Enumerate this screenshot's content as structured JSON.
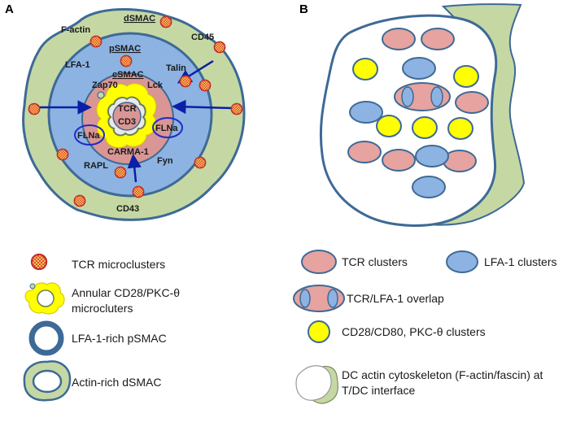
{
  "panels": {
    "a": "A",
    "b": "B"
  },
  "panel_a": {
    "zones": {
      "dsmac": "dSMAC",
      "psmac": "pSMAC",
      "csmac": "cSMAC"
    },
    "molecules": {
      "f_actin": "F-actin",
      "cd45": "CD45",
      "lfa1": "LFA-1",
      "talin": "Talin",
      "zap70": "Zap70",
      "lck": "Lck",
      "tcr": "TCR",
      "cd3": "CD3",
      "flna_left": "FLNa",
      "flna_right": "FLNa",
      "carma1": "CARMA-1",
      "fyn": "Fyn",
      "rapl": "RAPL",
      "cd43": "CD43"
    }
  },
  "legend_left": [
    {
      "id": "tcr-micro",
      "text": [
        "TCR microclusters"
      ]
    },
    {
      "id": "cd28",
      "text": [
        "Annular CD28/PKC-θ",
        "microcluters"
      ]
    },
    {
      "id": "psmac",
      "text": [
        "LFA-1-rich pSMAC"
      ]
    },
    {
      "id": "dsmac",
      "text": [
        "Actin-rich dSMAC"
      ]
    }
  ],
  "legend_right": {
    "tcr_clusters": "TCR clusters",
    "lfa1_clusters": "LFA-1 clusters",
    "overlap": "TCR/LFA-1 overlap",
    "cd28": "CD28/CD80, PKC-θ clusters",
    "dc_actin": [
      "DC actin cytoskeleton (F-actin/fascin) at",
      "T/DC interface"
    ]
  },
  "colors": {
    "actin_green": "#c5d8a4",
    "outline_blue": "#3d6a96",
    "psmac_blue": "#8db3e2",
    "csmac_pink": "#d99694",
    "yellow": "#ffff00",
    "arrow_navy": "#0b1fa8",
    "micro_red": "#e03c1c",
    "micro_orange": "#f4b183"
  }
}
